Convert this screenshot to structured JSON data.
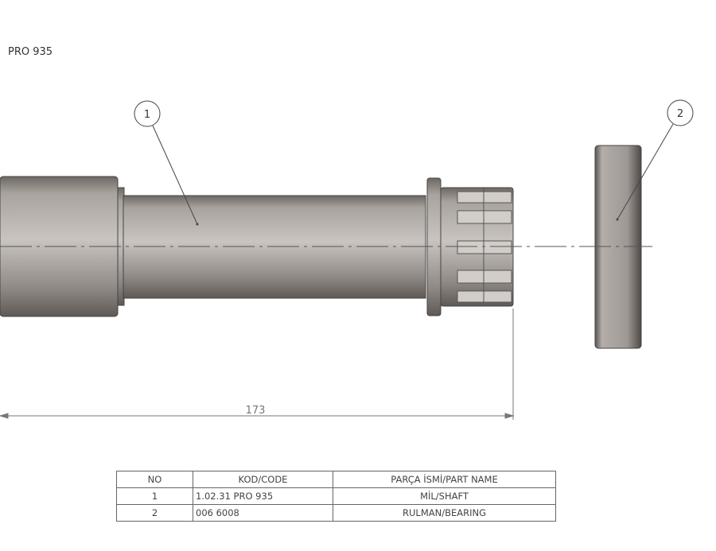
{
  "title": "PRO 935",
  "balloons": [
    "1",
    "2"
  ],
  "dimension": "173",
  "bom": {
    "headers": [
      "NO",
      "KOD/CODE",
      "PARÇA İSMİ/PART NAME"
    ],
    "rows": [
      [
        "1",
        "1.02.31 PRO 935",
        "MİL/SHAFT"
      ],
      [
        "2",
        "006 6008",
        "RULMAN/BEARING"
      ]
    ]
  }
}
